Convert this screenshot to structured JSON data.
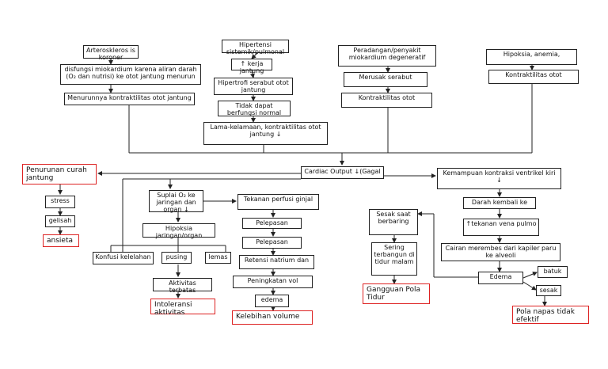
{
  "nodes": {
    "arteros": "Arteroskleros is koroner",
    "disfungsi": "disfungsi miokardium karena aliran darah (O₂ dan nutrisi) ke otot jantung menurun",
    "menurun": "Menurunnya kontraktilitas otot jantung",
    "hipertensi": "Hipertensi sistemik/pulmonal",
    "kerja": "↑ kerja jantung",
    "hipertrofi": "Hipertrofi serabut otot jantung",
    "tidakdapat": "Tidak dapat berfungsi normal",
    "lama": "Lama-kelamaan, kontraktilitas otot jantung ↓",
    "peradangan": "Peradangan/penyakit miokardium degeneratif",
    "merusak": "Merusak serabut",
    "kontraktilitas1": "Kontraktilitas otot",
    "hipoksia_anemia": "Hipoksia, anemia,",
    "kontraktilitas2": "Kontraktilitas otot",
    "penurunan": "Penurunan curah jantung",
    "cardiac": "Cardiac Output ↓(Gagal",
    "kemampuan": "Kemampuan kontraksi ventrikel kiri ↓",
    "suplai": "Suplai O₂ ke jaringan dan organ ↓",
    "tekanan_perfusi": "Tekanan perfusi ginjal",
    "stress": "stress",
    "gelisah": "gelisah",
    "ansieta": "ansieta",
    "hipoksia_jar": "Hipoksia jaringan/organ",
    "pelepasan1": "Pelepasan",
    "pelepasan2": "Pelepasan",
    "retensi": "Retensi natrium dan",
    "peningkatan": "Peningkatan vol",
    "edema1": "edema",
    "kelebihan": "Kelebihan volume",
    "konfusi": "Konfusi kelelahan",
    "pusing": "pusing",
    "lemas": "lemas",
    "aktivitas": "Aktivitas terbatas",
    "intoleransi": "Intoleransi aktivitas",
    "sesak_saat": "Sesak saat berbaring",
    "sering": "Sering terbangun di tidur malam",
    "gangguan": "Gangguan Pola Tidur",
    "darah_kembali": "Darah kembali ke",
    "tekanan_vena": "↑tekanan vena pulmo",
    "cairan": "Cairan merembes dari kapiler paru ke alveoli",
    "edema2": "Edema",
    "batuk": "batuk",
    "sesak": "sesak",
    "pola_napas": "Pola napas tidak efektif"
  },
  "colors": {
    "line": "#222222",
    "diagnosis_border": "#dd2222"
  }
}
